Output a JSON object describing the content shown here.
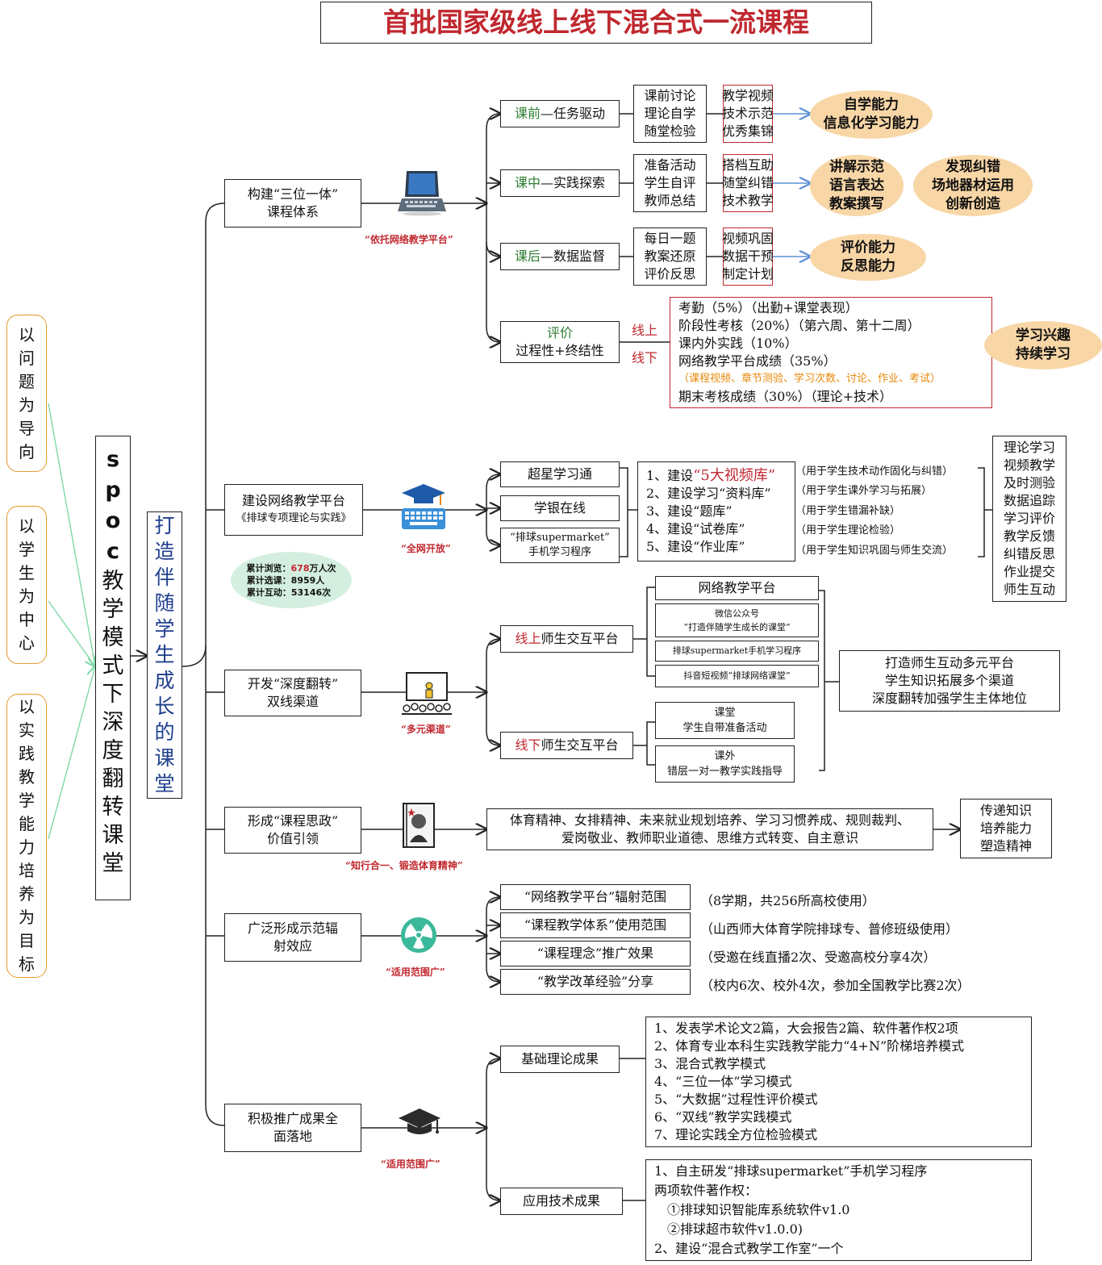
{
  "title": "首批国家级线上线下混合式一流课程",
  "left_goals": [
    "以问题为导向",
    "以学生为中心",
    "以实践教学能力培养为目标"
  ],
  "spoc": {
    "prefix": "spoc",
    "text": "教学模式下深度翻转课堂"
  },
  "center": "打造伴随学生成长的课堂",
  "section1": {
    "title_l1": "构建“三位一体”",
    "title_l2": "课程体系",
    "caption": "“依托网络教学平台”",
    "stages": [
      {
        "key": "课前",
        "rest": "—任务驱动",
        "items": [
          "课前讨论",
          "理论自学",
          "随堂检验"
        ],
        "red_items": [
          "教学视频",
          "技术示范",
          "优秀集锦"
        ]
      },
      {
        "key": "课中",
        "rest": "—实践探索",
        "items": [
          "准备活动",
          "学生自评",
          "教师总结"
        ],
        "red_items": [
          "搭档互助",
          "随堂纠错",
          "技术教学"
        ]
      },
      {
        "key": "课后",
        "rest": "—数据监督",
        "items": [
          "每日一题",
          "教案还原",
          "评价反思"
        ],
        "red_items": [
          "视频巩固",
          "数据干预",
          "制定计划"
        ]
      }
    ],
    "abilities": [
      [
        "自学能力",
        "信息化学习能力"
      ],
      [
        "讲解示范",
        "语言表达",
        "教案撰写"
      ],
      [
        "发现纠错",
        "场地器材运用",
        "创新创造"
      ],
      [
        "评价能力",
        "反思能力"
      ]
    ],
    "eval": {
      "key": "评价",
      "sub": "过程性+终结性",
      "online": "线上",
      "offline": "线下"
    },
    "eval_items": [
      "考勤（5%）（出勤+课堂表现）",
      "阶段性考核（20%）（第六周、第十二周）",
      "课内外实践（10%）",
      "网络教学平台成绩（35%）",
      "（课程视频、章节测验、学习次数、讨论、作业、考试）",
      "期末考核成绩（30%）（理论+技术）"
    ],
    "interest": [
      "学习兴趣",
      "持续学习"
    ]
  },
  "section2": {
    "title": "建设网络教学平台",
    "subtitle": "《排球专项理论与实践》",
    "caption": "“全网开放”",
    "platforms": [
      "超星学习通",
      "学银在线"
    ],
    "app_l1": "“排球supermarket”",
    "app_l2": "手机学习程序",
    "builds": [
      {
        "pre": "1、建设",
        "hl": "“5大视频库”",
        "note": "（用于学生技术动作固化与纠错）"
      },
      {
        "pre": "2、建设学习“资料库”",
        "hl": "",
        "note": "（用于学生课外学习与拓展）"
      },
      {
        "pre": "3、建设“题库”",
        "hl": "",
        "note": "（用于学生错漏补缺）"
      },
      {
        "pre": "4、建设“试卷库”",
        "hl": "",
        "note": "（用于学生理论检验）"
      },
      {
        "pre": "5、建设“作业库”",
        "hl": "",
        "note": "（用于学生知识巩固与师生交流）"
      }
    ],
    "functions": [
      "理论学习",
      "视频教学",
      "及时测验",
      "数据追踪",
      "学习评价",
      "教学反馈",
      "纠错反思",
      "作业提交",
      "师生互动"
    ],
    "stats": {
      "views_label": "累计浏览：",
      "views_num": "678",
      "views_unit": "万人次",
      "select": "累计选课：8959人",
      "interact": "累计互动：53146次"
    }
  },
  "section3": {
    "title_l1": "开发“深度翻转”",
    "title_l2": "双线渠道",
    "caption": "“多元渠道”",
    "online": {
      "key": "线上",
      "rest": "师生交互平台"
    },
    "offline": {
      "key": "线下",
      "rest": "师生交互平台"
    },
    "online_items": [
      "网络教学平台",
      "微信公众号",
      "“打造伴随学生成长的课堂”",
      "排球supermarket手机学习程序",
      "抖音短视频“排球网络课堂”"
    ],
    "offline_items": [
      "课堂",
      "学生自带准备活动",
      "课外",
      "错层一对一教学实践指导"
    ],
    "results": [
      "打造师生互动多元平台",
      "学生知识拓展多个渠道",
      "深度翻转加强学生主体地位"
    ]
  },
  "section4": {
    "title_l1": "形成“课程思政”",
    "title_l2": "价值引领",
    "caption": "“知行合一、锻造体育精神”",
    "content_l1": "体育精神、女排精神、未来就业规划培养、学习习惯养成、规则裁判、",
    "content_l2": "爱岗敬业、教师职业道德、思维方式转变、自主意识",
    "results": [
      "传递知识",
      "培养能力",
      "塑造精神"
    ]
  },
  "section5": {
    "title_l1": "广泛形成示范辐",
    "title_l2": "射效应",
    "caption": "“适用范围广”",
    "items": [
      {
        "label": "“网络教学平台”辐射范围",
        "note": "（8学期，共256所高校使用）"
      },
      {
        "label": "“课程教学体系”使用范围",
        "note": "（山西师大体育学院排球专、普修班级使用）"
      },
      {
        "label": "“课程理念”推广效果",
        "note": "（受邀在线直播2次、受邀高校分享4次）"
      },
      {
        "label": "“教学改革经验”分享",
        "note": "（校内6次、校外4次，参加全国教学比赛2次）"
      }
    ]
  },
  "section6": {
    "title_l1": "积极推广成果全",
    "title_l2": "面落地",
    "caption": "“适用范围广”",
    "basic": "基础理论成果",
    "basic_items": [
      "1、发表学术论文2篇，大会报告2篇、软件著作权2项",
      "2、体育专业本科生实践教学能力“4+N”阶梯培养模式",
      "3、混合式教学模式",
      "4、“三位一体”学习模式",
      "5、“大数据”过程性评价模式",
      "6、“双线”教学实践模式",
      "7、理论实践全方位检验模式"
    ],
    "applied": "应用技术成果",
    "applied_items": [
      "1、自主研发“排球supermarket”手机学习程序",
      "两项软件著作权：",
      "　①排球知识智能库系统软件v1.0",
      "　②排球超市软件v1.0.0)",
      "2、建设“混合式教学工作室”一个"
    ]
  },
  "colors": {
    "title_red": "#c0282f",
    "green_key": "#2e7d32",
    "oval_fill": "#f8d6a6",
    "goal_border": "#e59a2c",
    "arrow_blue": "#5b8fd6"
  }
}
